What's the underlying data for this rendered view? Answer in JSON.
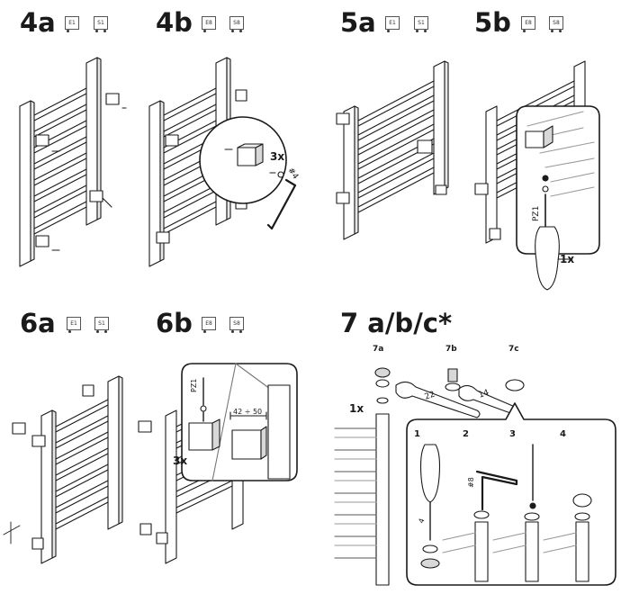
{
  "steps": {
    "s4a": {
      "title": "4a",
      "codes": [
        "E1",
        "S1"
      ]
    },
    "s4b": {
      "title": "4b",
      "codes": [
        "E8",
        "S8"
      ],
      "qty": "3x",
      "tool": "#4"
    },
    "s5a": {
      "title": "5a",
      "codes": [
        "E1",
        "S1"
      ]
    },
    "s5b": {
      "title": "5b",
      "codes": [
        "E8",
        "S8"
      ],
      "qty": "1x",
      "tool": "PZ1"
    },
    "s6a": {
      "title": "6a",
      "codes": [
        "E1",
        "S1"
      ]
    },
    "s6b": {
      "title": "6b",
      "codes": [
        "E8",
        "S8"
      ],
      "qty": "3x",
      "tool": "PZ1",
      "dimension": "42 ÷ 50"
    },
    "s7": {
      "title": "7 a/b/c*",
      "qty": "1x",
      "parts": [
        "7a",
        "7b",
        "7c"
      ],
      "wrenches": [
        "22",
        "14"
      ],
      "sub_steps": [
        "1",
        "2",
        "3",
        "4"
      ],
      "hex_key": "#8",
      "screwdriver_size": "4"
    }
  },
  "colors": {
    "line": "#1a1a1a",
    "fill_light": "#f2f2f2",
    "fill_mid": "#d8d8d8"
  }
}
